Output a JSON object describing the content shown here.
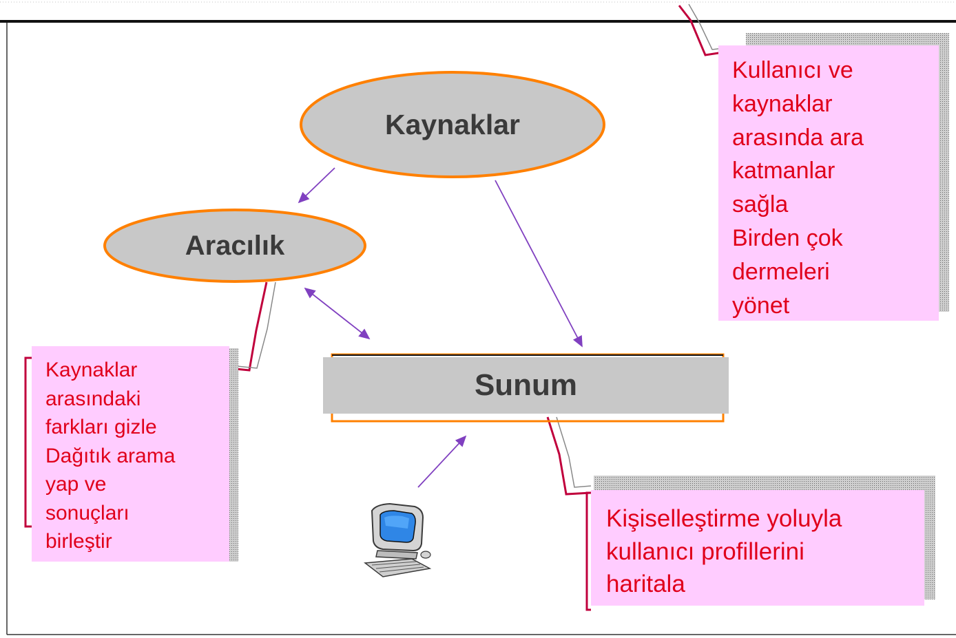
{
  "nodes": {
    "kaynaklar": "Kaynaklar",
    "aracilik": "Aracılık",
    "sunum": "Sunum"
  },
  "notes": {
    "right": "Kullanıcı ve\n kaynaklar\narasında ara\n katmanlar\nsağla\nBirden çok\ndermeleri\nyönet",
    "left": "Kaynaklar\narasındaki\nfarkları gizle\nDağıtık arama\nyap ve\nsonuçları\nbirleştir",
    "bottom": "Kişiselleştirme yoluyla\nkullanıcı profillerini\nharitala"
  },
  "colors": {
    "note_fill": "#ffccff",
    "note_text": "#e0001b",
    "ellipse_fill": "#c8c8c8",
    "ellipse_stroke": "#ff8000",
    "arrow": "#8040c0",
    "connector": "#c0003c",
    "label_text": "#3a3a3a"
  },
  "icons": {
    "user": "computer-user-icon"
  }
}
